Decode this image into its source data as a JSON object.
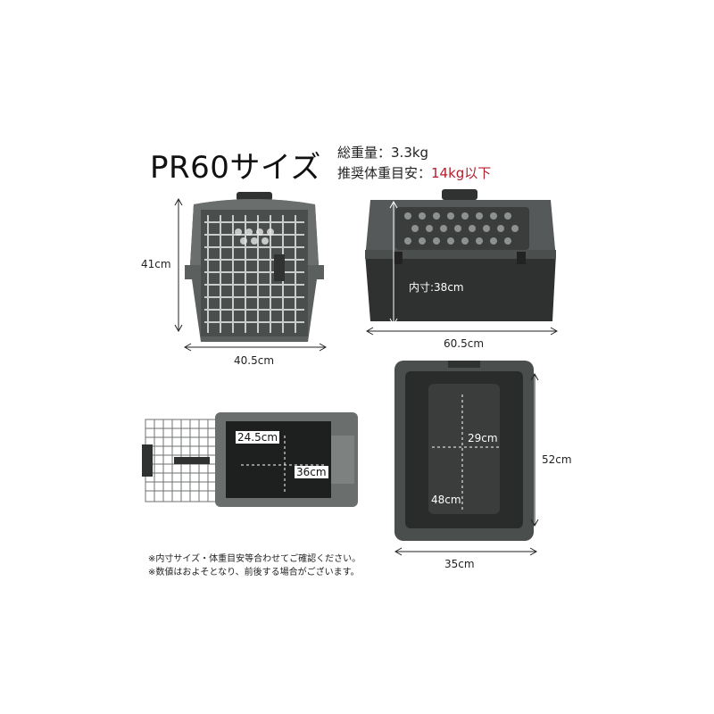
{
  "title": "PR60サイズ",
  "spec": {
    "weight_label": "総重量：",
    "weight_value": "3.3kg",
    "recommend_label": "推奨体重目安：",
    "recommend_value": "14kg以下",
    "accent_color": "#b01e2a"
  },
  "dimensions": {
    "front_height": "41cm",
    "front_width": "40.5cm",
    "side_length": "60.5cm",
    "side_inner_height": "内寸:38cm",
    "inner_width": "24.5cm",
    "inner_depth": "36cm",
    "bottom_length": "52cm",
    "bottom_width": "35cm",
    "bottom_inner_width": "29cm",
    "bottom_inner_length": "48cm"
  },
  "notes": [
    "※内寸サイズ・体重目安等合わせてご確認ください。",
    "※数値はおよそとなり、前後する場合がございます。"
  ],
  "colors": {
    "carrier_body": "#3a3d3c",
    "carrier_top": "#55595a",
    "door_wire": "#c9ccca"
  }
}
